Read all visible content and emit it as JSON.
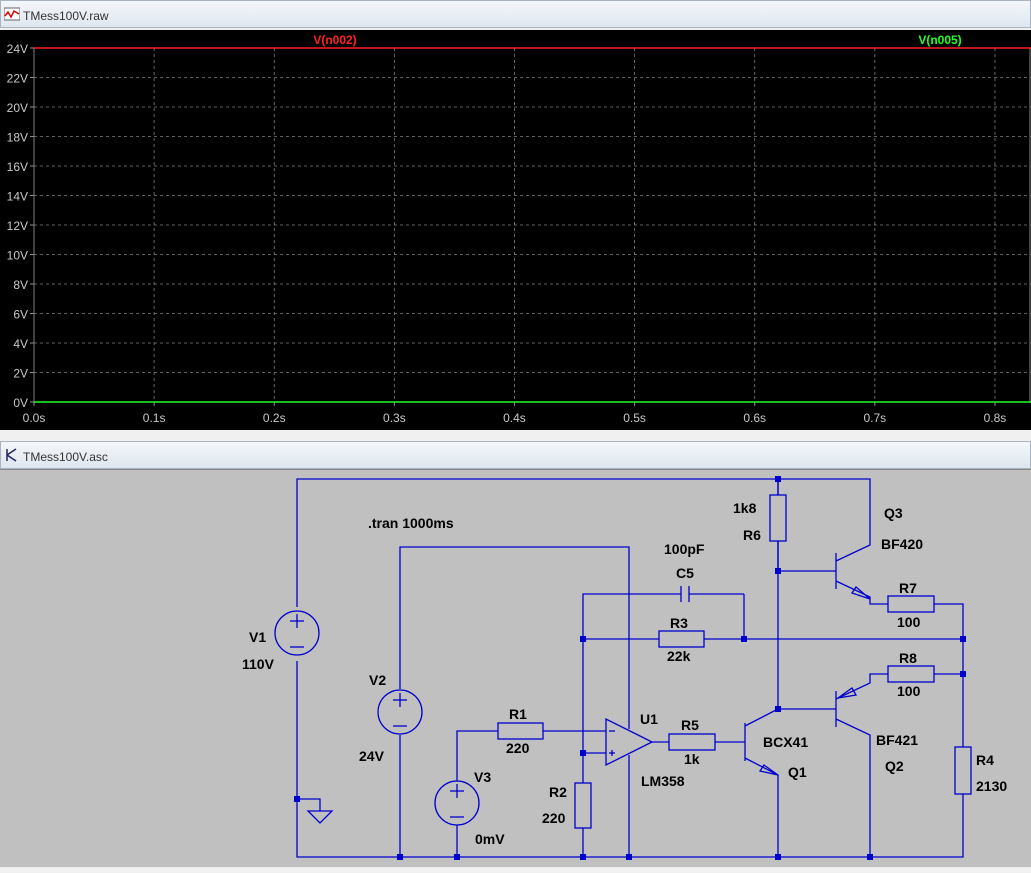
{
  "waveform_window": {
    "title": "TMess100V.raw",
    "traces": [
      {
        "name": "V(n002)",
        "color": "#ff2020",
        "value": 24
      },
      {
        "name": "V(n005)",
        "color": "#20ff20",
        "value": 0
      }
    ]
  },
  "chart_data": {
    "type": "line",
    "x": [
      0,
      0.8
    ],
    "series": [
      {
        "name": "V(n002)",
        "values": [
          24,
          24
        ]
      },
      {
        "name": "V(n005)",
        "values": [
          0,
          0
        ]
      }
    ],
    "xlim": [
      0,
      0.83
    ],
    "ylim": [
      0,
      24
    ],
    "x_ticks": [
      "0.0s",
      "0.1s",
      "0.2s",
      "0.3s",
      "0.4s",
      "0.5s",
      "0.6s",
      "0.7s",
      "0.8s"
    ],
    "y_ticks": [
      "0V",
      "2V",
      "4V",
      "6V",
      "8V",
      "10V",
      "12V",
      "14V",
      "16V",
      "18V",
      "20V",
      "22V",
      "24V"
    ],
    "grid": true,
    "legend": "top"
  },
  "schematic_window": {
    "title": "TMess100V.asc",
    "directive": ".tran 1000ms",
    "components": {
      "V1": {
        "name": "V1",
        "value": "110V"
      },
      "V2": {
        "name": "V2",
        "value": "24V"
      },
      "V3": {
        "name": "V3",
        "value": "0mV"
      },
      "R1": {
        "name": "R1",
        "value": "220"
      },
      "R2": {
        "name": "R2",
        "value": "220"
      },
      "R3": {
        "name": "R3",
        "value": "22k"
      },
      "R4": {
        "name": "R4",
        "value": "2130"
      },
      "R5": {
        "name": "R5",
        "value": "1k"
      },
      "R6": {
        "name": "R6",
        "value": "1k8"
      },
      "R7": {
        "name": "R7",
        "value": "100"
      },
      "R8": {
        "name": "R8",
        "value": "100"
      },
      "C5": {
        "name": "C5",
        "value": "100pF"
      },
      "U1": {
        "name": "U1",
        "value": "LM358"
      },
      "Q1": {
        "name": "Q1",
        "value": "BCX41"
      },
      "Q2": {
        "name": "Q2",
        "value": "BF421"
      },
      "Q3": {
        "name": "Q3",
        "value": "BF420"
      }
    },
    "colors": {
      "wire": "#0000cc",
      "background": "#c0c0c0"
    }
  }
}
